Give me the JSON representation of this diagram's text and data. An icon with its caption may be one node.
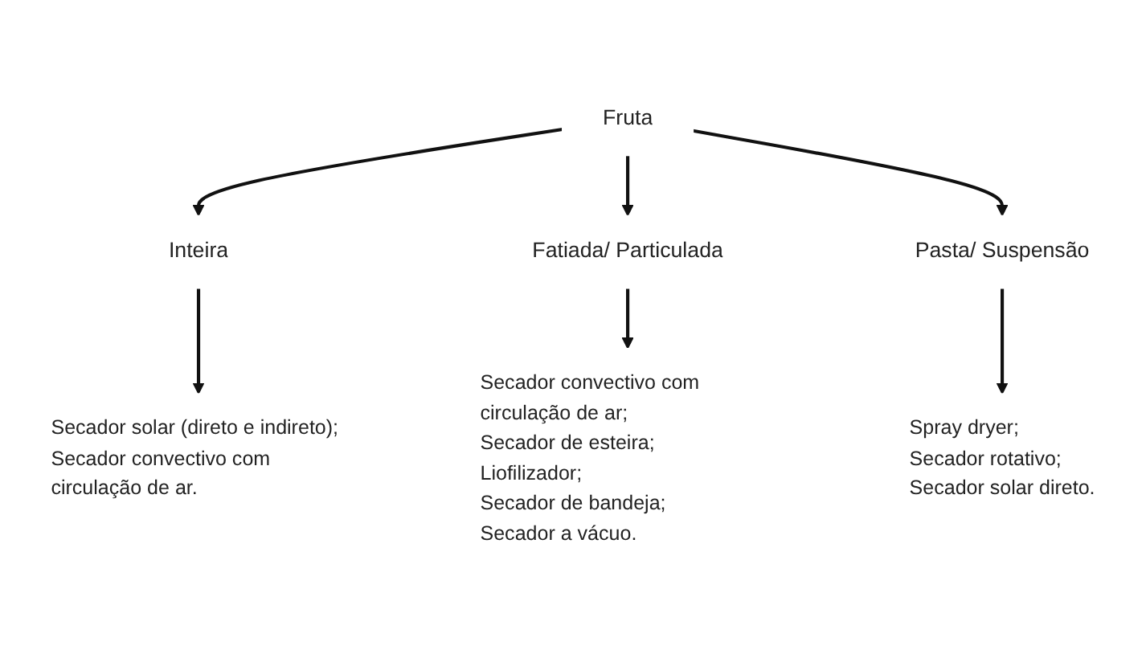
{
  "diagram": {
    "nodes": [
      {
        "text": [
          "Fruta"
        ]
      },
      {
        "text": [
          "Inteira"
        ]
      },
      {
        "text": [
          "Fatiada/ Particulada"
        ]
      },
      {
        "text": [
          "Pasta/ Suspensão"
        ]
      },
      {
        "text": [
          "Secador solar (direto e indireto);",
          "Secador convectivo com circulação de ar."
        ]
      },
      {
        "text": [
          "Secador convectivo com circulação de ar;",
          "Secador de esteira;",
          "Liofilizador;",
          "Secador de bandeja;",
          "Secador a vácuo."
        ]
      },
      {
        "text": [
          "Spray dryer;",
          "Secador rotativo;",
          "Secador solar direto."
        ]
      }
    ],
    "edges": [
      {
        "from": 0,
        "to": 1,
        "arrow": "to"
      },
      {
        "from": 0,
        "to": 2,
        "arrow": "to"
      },
      {
        "from": 0,
        "to": 3,
        "arrow": "to"
      },
      {
        "from": 1,
        "to": 4,
        "arrow": "to"
      },
      {
        "from": 2,
        "to": 5,
        "arrow": "to"
      },
      {
        "from": 3,
        "to": 6,
        "arrow": "to"
      }
    ]
  }
}
